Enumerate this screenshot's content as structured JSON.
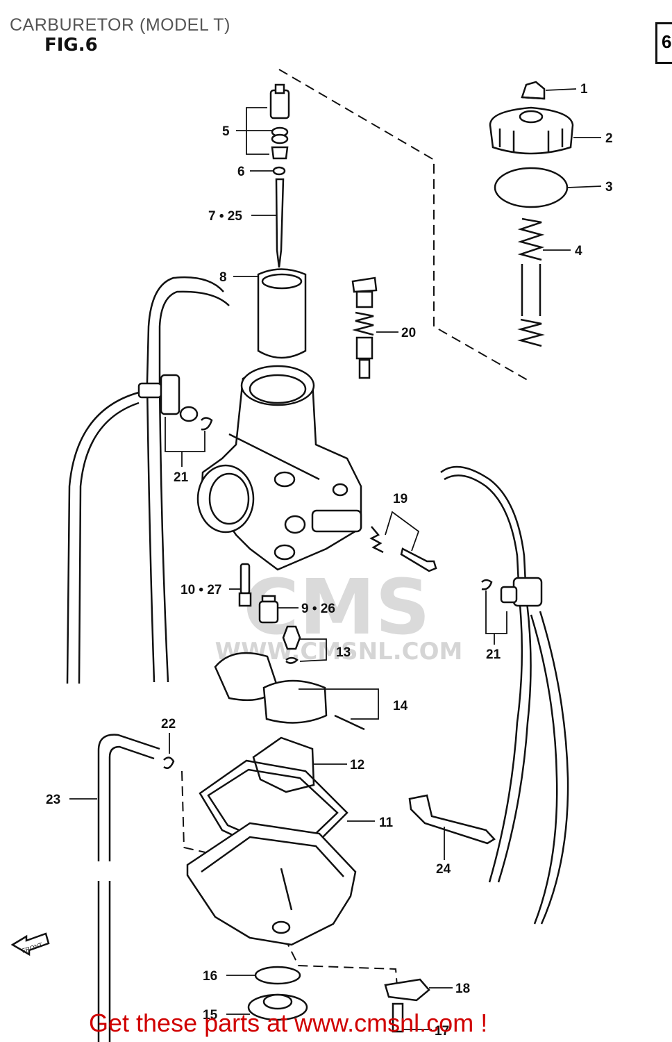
{
  "header": {
    "title": "CARBURETOR (MODEL T)",
    "figure": "FIG.6",
    "corner_mark": "6"
  },
  "callouts": [
    {
      "id": "c1",
      "label": "1"
    },
    {
      "id": "c2",
      "label": "2"
    },
    {
      "id": "c3",
      "label": "3"
    },
    {
      "id": "c4",
      "label": "4"
    },
    {
      "id": "c5",
      "label": "5"
    },
    {
      "id": "c6",
      "label": "6"
    },
    {
      "id": "c7",
      "label": "7 • 25"
    },
    {
      "id": "c8",
      "label": "8"
    },
    {
      "id": "c20",
      "label": "20"
    },
    {
      "id": "c21a",
      "label": "21"
    },
    {
      "id": "c19",
      "label": "19"
    },
    {
      "id": "c10",
      "label": "10 • 27"
    },
    {
      "id": "c9",
      "label": "9 • 26"
    },
    {
      "id": "c13",
      "label": "13"
    },
    {
      "id": "c21b",
      "label": "21"
    },
    {
      "id": "c14",
      "label": "14"
    },
    {
      "id": "c22",
      "label": "22"
    },
    {
      "id": "c12",
      "label": "12"
    },
    {
      "id": "c23",
      "label": "23"
    },
    {
      "id": "c11",
      "label": "11"
    },
    {
      "id": "c24",
      "label": "24"
    },
    {
      "id": "c16",
      "label": "16"
    },
    {
      "id": "c18",
      "label": "18"
    },
    {
      "id": "c15",
      "label": "15"
    },
    {
      "id": "c17",
      "label": "17"
    }
  ],
  "watermark": {
    "logo": "CMS",
    "url": "WWW.CMSNL.COM"
  },
  "front_arrow_label": "FRONT",
  "footer": {
    "promo": "Get these parts at www.cmsnl.com !"
  },
  "colors": {
    "promo": "#d00000",
    "line": "#111111",
    "watermark": "#969696"
  }
}
